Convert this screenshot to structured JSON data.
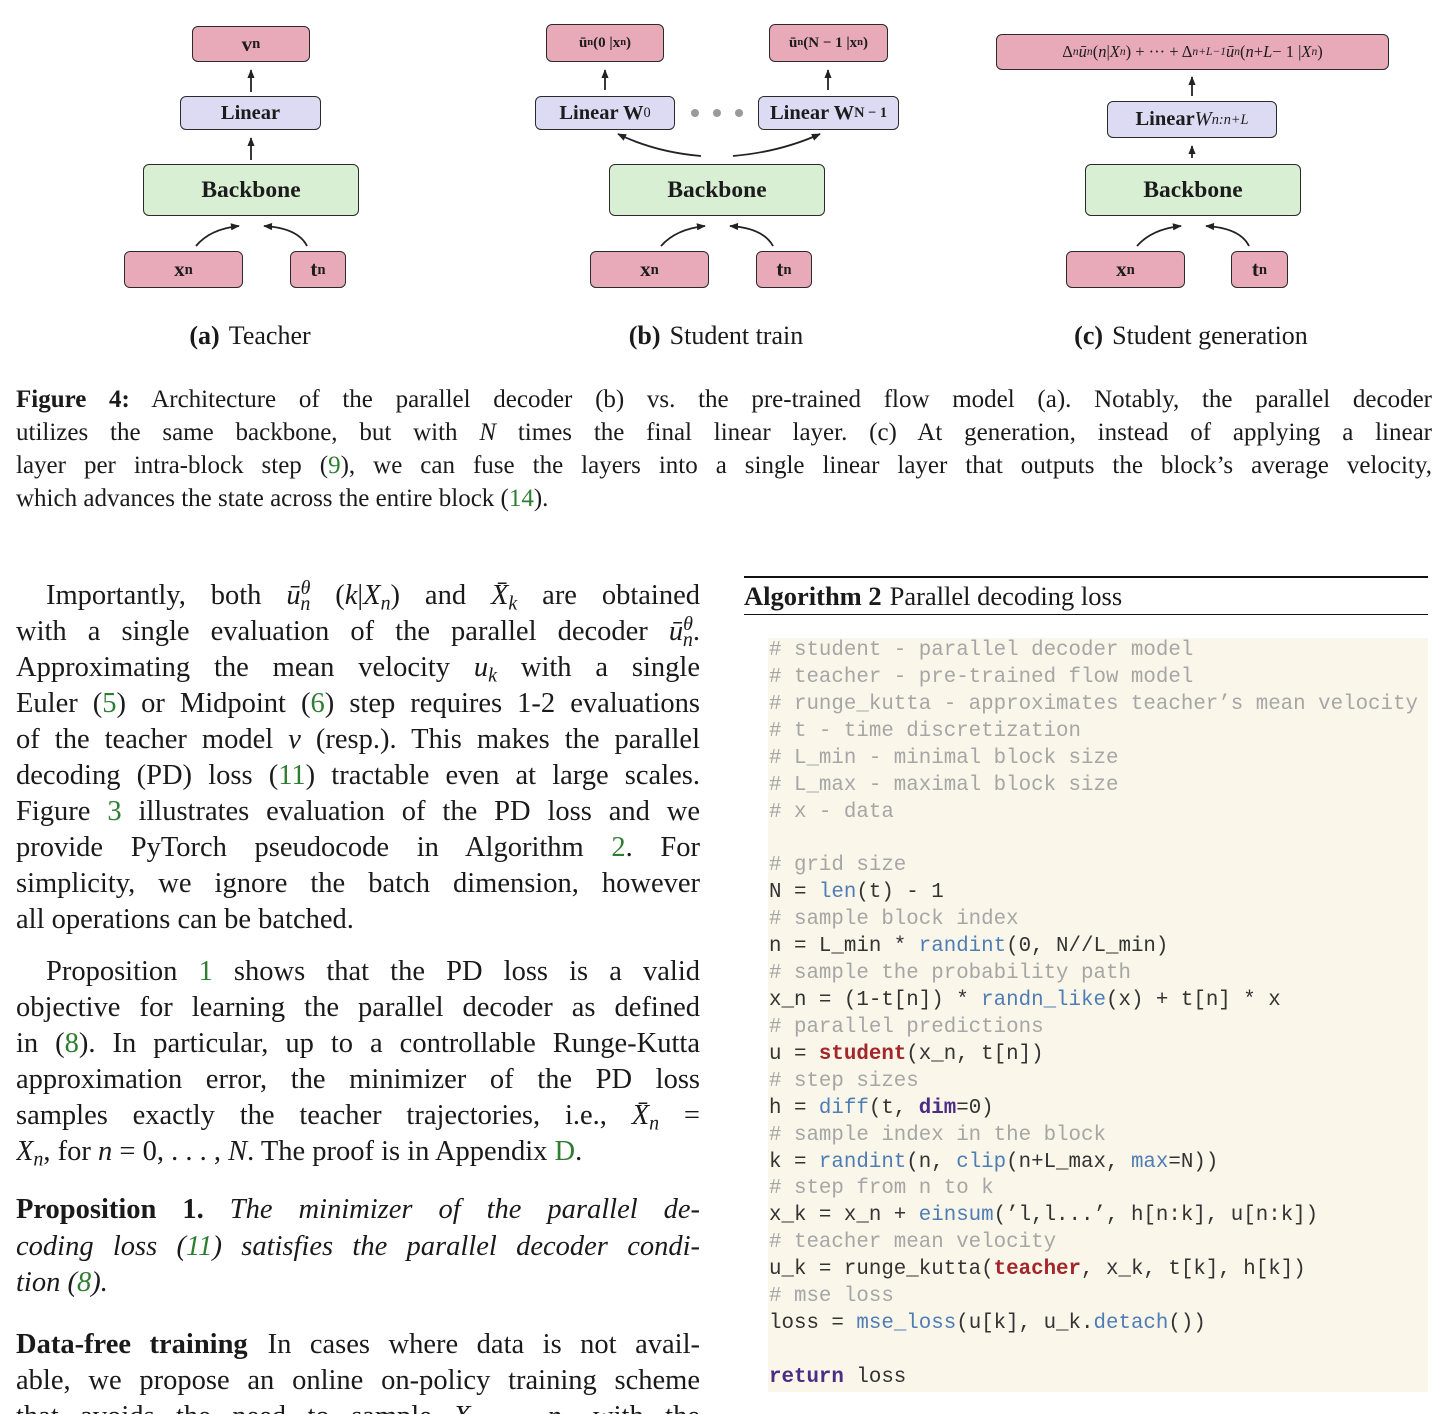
{
  "colors": {
    "text": "#1a1a1a",
    "link": "#2f7d32",
    "box-pink": "#e8aab9",
    "box-lavender": "#dddaf3",
    "box-green": "#d9efd3",
    "box-border": "#2a2a2a",
    "code-bg": "#fbf6ea",
    "code-text": "#333333",
    "code-comment": "#a6a6a6",
    "code-function": "#4e7db5",
    "code-keyword": "#4b2d86",
    "code-object": "#a3262a"
  },
  "figure": {
    "teacher": {
      "output": [
        {
          "t": "v",
          "s": "b"
        },
        {
          "t": "n",
          "s": "b sub"
        }
      ],
      "linear": [
        {
          "t": "Linear",
          "s": "b"
        }
      ],
      "backbone": "Backbone",
      "x_input": [
        {
          "t": "x",
          "s": "b"
        },
        {
          "t": "n",
          "s": "b sub"
        }
      ],
      "t_input": [
        {
          "t": "t",
          "s": "b"
        },
        {
          "t": "n",
          "s": "b sub"
        }
      ]
    },
    "student_train": {
      "output_first": [
        {
          "t": "ū",
          "s": "b"
        },
        {
          "t": "n",
          "s": "b sub"
        },
        {
          "t": "(0 | ",
          "s": "b"
        },
        {
          "t": "x",
          "s": "b"
        },
        {
          "t": "n",
          "s": "b sub"
        },
        {
          "t": ")",
          "s": "b"
        }
      ],
      "output_last": [
        {
          "t": "ū",
          "s": "b"
        },
        {
          "t": "n",
          "s": "b sub"
        },
        {
          "t": "(N − 1 | ",
          "s": "b"
        },
        {
          "t": "x",
          "s": "b"
        },
        {
          "t": "n",
          "s": "b sub"
        },
        {
          "t": ")",
          "s": "b"
        }
      ],
      "linear_first": [
        {
          "t": "Linear W",
          "s": "b"
        },
        {
          "t": "0",
          "s": "sub"
        }
      ],
      "linear_last": [
        {
          "t": "Linear W",
          "s": "b"
        },
        {
          "t": "N − 1",
          "s": "b sub"
        }
      ],
      "backbone": "Backbone",
      "x_input": [
        {
          "t": "x",
          "s": "b"
        },
        {
          "t": "n",
          "s": "b sub"
        }
      ],
      "t_input": [
        {
          "t": "t",
          "s": "b"
        },
        {
          "t": "n",
          "s": "b sub"
        }
      ]
    },
    "student_generation": {
      "output": [
        {
          "t": "Δ"
        },
        {
          "t": "n",
          "s": "i sub"
        },
        {
          "t": " "
        },
        {
          "t": "ū",
          "s": "i"
        },
        {
          "t": "n",
          "s": "i sub"
        },
        {
          "t": "("
        },
        {
          "t": "n",
          "s": "i"
        },
        {
          "t": " | "
        },
        {
          "t": "X",
          "s": "i"
        },
        {
          "t": "n",
          "s": "i sub"
        },
        {
          "t": ") + ··· + Δ"
        },
        {
          "t": "n+L−1",
          "s": "i sub"
        },
        {
          "t": " "
        },
        {
          "t": "ū",
          "s": "i"
        },
        {
          "t": "n",
          "s": "i sub"
        },
        {
          "t": "("
        },
        {
          "t": "n",
          "s": "i"
        },
        {
          "t": " + "
        },
        {
          "t": "L",
          "s": "i"
        },
        {
          "t": " − 1 | "
        },
        {
          "t": "X",
          "s": "i"
        },
        {
          "t": "n",
          "s": "i sub"
        },
        {
          "t": ")"
        }
      ],
      "linear": [
        {
          "t": "Linear",
          "s": "b"
        },
        {
          "t": " "
        },
        {
          "t": "W",
          "s": "i"
        },
        {
          "t": "n:n+L",
          "s": "i sub"
        }
      ],
      "backbone": "Backbone",
      "x_input": [
        {
          "t": "x",
          "s": "b"
        },
        {
          "t": "n",
          "s": "b sub"
        }
      ],
      "t_input": [
        {
          "t": "t",
          "s": "b"
        },
        {
          "t": "n",
          "s": "b sub"
        }
      ]
    },
    "subcaptions": [
      {
        "label": "(a)",
        "title": "Teacher"
      },
      {
        "label": "(b)",
        "title": "Student train"
      },
      {
        "label": "(c)",
        "title": "Student generation"
      }
    ],
    "caption": [
      [
        {
          "t": "Figure 4:",
          "s": "b"
        },
        {
          "t": " Architecture of the parallel decoder (b) vs. the pre-trained flow model (a). Notably, the parallel decoder"
        }
      ],
      [
        {
          "t": "utilizes the same backbone, but with "
        },
        {
          "t": "N",
          "s": "i"
        },
        {
          "t": " times the final linear layer. (c) At generation, instead of applying a linear"
        }
      ],
      [
        {
          "t": "layer per intra-block step ("
        },
        {
          "t": "9",
          "s": "link"
        },
        {
          "t": "), we can fuse the layers into a single linear layer that outputs the block’s average velocity,"
        }
      ],
      [
        {
          "t": "which advances the state across the entire block ("
        },
        {
          "t": "14",
          "s": "link"
        },
        {
          "t": ")."
        }
      ]
    ]
  },
  "body": {
    "paragraph_1": [
      [
        {
          "t": "Importantly, both "
        },
        {
          "t": "ū",
          "s": "i"
        },
        {
          "t": "θ",
          "s": "i sup"
        },
        {
          "t": "n",
          "s": "i sub tuck"
        },
        {
          "t": " ("
        },
        {
          "t": "k",
          "s": "i"
        },
        {
          "t": "|"
        },
        {
          "t": "X",
          "s": "i"
        },
        {
          "t": "n",
          "s": "i sub"
        },
        {
          "t": ") and "
        },
        {
          "t": "X̄",
          "s": "i"
        },
        {
          "t": "k",
          "s": "i sub"
        },
        {
          "t": " are obtained"
        }
      ],
      [
        {
          "t": "with a single evaluation of the parallel decoder "
        },
        {
          "t": "ū",
          "s": "i"
        },
        {
          "t": "θ",
          "s": "i sup"
        },
        {
          "t": "n",
          "s": "i sub tuck"
        },
        {
          "t": "."
        }
      ],
      [
        {
          "t": "Approximating the mean velocity "
        },
        {
          "t": "u",
          "s": "i"
        },
        {
          "t": "k",
          "s": "i sub"
        },
        {
          "t": " with a single"
        }
      ],
      [
        {
          "t": "Euler ("
        },
        {
          "t": "5",
          "s": "link"
        },
        {
          "t": ") or Midpoint ("
        },
        {
          "t": "6",
          "s": "link"
        },
        {
          "t": ") step requires 1-2 evaluations"
        }
      ],
      [
        {
          "t": "of the teacher model "
        },
        {
          "t": "v",
          "s": "i"
        },
        {
          "t": " (resp.). This makes the parallel"
        }
      ],
      [
        {
          "t": "decoding (PD) loss ("
        },
        {
          "t": "11",
          "s": "link"
        },
        {
          "t": ") tractable even at large scales."
        }
      ],
      [
        {
          "t": "Figure "
        },
        {
          "t": "3",
          "s": "link"
        },
        {
          "t": " illustrates evaluation of the PD loss and we"
        }
      ],
      [
        {
          "t": "provide PyTorch pseudocode in Algorithm "
        },
        {
          "t": "2",
          "s": "link"
        },
        {
          "t": ". For"
        }
      ],
      [
        {
          "t": "simplicity, we ignore the batch dimension, however"
        }
      ],
      [
        {
          "t": "all operations can be batched."
        }
      ]
    ],
    "paragraph_2": [
      [
        {
          "t": "Proposition "
        },
        {
          "t": "1",
          "s": "link"
        },
        {
          "t": " shows that the PD loss is a valid"
        }
      ],
      [
        {
          "t": "objective for learning the parallel decoder as defined"
        }
      ],
      [
        {
          "t": "in ("
        },
        {
          "t": "8",
          "s": "link"
        },
        {
          "t": "). In particular, up to a controllable Runge-Kutta"
        }
      ],
      [
        {
          "t": "approximation error, the minimizer of the PD loss"
        }
      ],
      [
        {
          "t": "samples exactly the teacher trajectories, i.e., "
        },
        {
          "t": "X̄",
          "s": "i"
        },
        {
          "t": "n",
          "s": "i sub"
        },
        {
          "t": " ="
        }
      ],
      [
        {
          "t": "X",
          "s": "i"
        },
        {
          "t": "n",
          "s": "i sub"
        },
        {
          "t": ", for "
        },
        {
          "t": "n",
          "s": "i"
        },
        {
          "t": " = 0, . . . , "
        },
        {
          "t": "N",
          "s": "i"
        },
        {
          "t": ". The proof is in Appendix "
        },
        {
          "t": "D",
          "s": "link"
        },
        {
          "t": "."
        }
      ]
    ],
    "proposition": [
      [
        {
          "t": "Proposition 1.",
          "s": "b"
        },
        {
          "t": " "
        },
        {
          "t": "The minimizer of the parallel de-",
          "s": "i"
        }
      ],
      [
        {
          "t": "coding loss (",
          "s": "i"
        },
        {
          "t": "11",
          "s": "i link"
        },
        {
          "t": ") satisfies the parallel decoder condi-",
          "s": "i"
        }
      ],
      [
        {
          "t": "tion (",
          "s": "i"
        },
        {
          "t": "8",
          "s": "i link"
        },
        {
          "t": ").",
          "s": "i"
        }
      ]
    ],
    "data_free": [
      [
        {
          "t": "Data-free training",
          "s": "b gapr"
        },
        {
          "t": "In cases where data is not avail-"
        }
      ],
      [
        {
          "t": "able, we propose an online on-policy training scheme"
        }
      ],
      [
        {
          "t": "that avoids the need to sample "
        },
        {
          "t": "X",
          "s": "i"
        },
        {
          "t": "n",
          "s": "i sub"
        },
        {
          "t": " ∼ "
        },
        {
          "t": "p",
          "s": "i"
        },
        {
          "t": "n",
          "s": "i sub"
        },
        {
          "t": " with the"
        }
      ]
    ]
  },
  "algorithm": {
    "label": "Algorithm 2",
    "title": "Parallel decoding loss",
    "code": [
      [
        {
          "t": "# student - parallel decoder model",
          "s": "c"
        }
      ],
      [
        {
          "t": "# teacher - pre-trained flow model",
          "s": "c"
        }
      ],
      [
        {
          "t": "# runge_kutta - approximates teacher’s mean velocity",
          "s": "c"
        }
      ],
      [
        {
          "t": "# t - time discretization",
          "s": "c"
        }
      ],
      [
        {
          "t": "# L_min - minimal block size",
          "s": "c"
        }
      ],
      [
        {
          "t": "# L_max - maximal block size",
          "s": "c"
        }
      ],
      [
        {
          "t": "# x - data",
          "s": "c"
        }
      ],
      [],
      [
        {
          "t": "# grid size",
          "s": "c"
        }
      ],
      [
        {
          "t": "N = "
        },
        {
          "t": "len",
          "s": "fn"
        },
        {
          "t": "(t) - 1"
        }
      ],
      [
        {
          "t": "# sample block index",
          "s": "c"
        }
      ],
      [
        {
          "t": "n = L_min * "
        },
        {
          "t": "randint",
          "s": "fn"
        },
        {
          "t": "(0, N//L_min)"
        }
      ],
      [
        {
          "t": "# sample the probability path",
          "s": "c"
        }
      ],
      [
        {
          "t": "x_n = (1-t[n]) * "
        },
        {
          "t": "randn_like",
          "s": "fn"
        },
        {
          "t": "(x) + t[n] * x"
        }
      ],
      [
        {
          "t": "# parallel predictions",
          "s": "c"
        }
      ],
      [
        {
          "t": "u = "
        },
        {
          "t": "student",
          "s": "obj"
        },
        {
          "t": "(x_n, t[n])"
        }
      ],
      [
        {
          "t": "# step sizes",
          "s": "c"
        }
      ],
      [
        {
          "t": "h = "
        },
        {
          "t": "diff",
          "s": "fn"
        },
        {
          "t": "(t, "
        },
        {
          "t": "dim",
          "s": "kw"
        },
        {
          "t": "=0)"
        }
      ],
      [
        {
          "t": "# sample index in the block",
          "s": "c"
        }
      ],
      [
        {
          "t": "k = "
        },
        {
          "t": "randint",
          "s": "fn"
        },
        {
          "t": "(n, "
        },
        {
          "t": "clip",
          "s": "fn"
        },
        {
          "t": "(n+L_max, "
        },
        {
          "t": "max",
          "s": "fn"
        },
        {
          "t": "=N))"
        }
      ],
      [
        {
          "t": "# step from n to k",
          "s": "c"
        }
      ],
      [
        {
          "t": "x_k = x_n + "
        },
        {
          "t": "einsum",
          "s": "fn"
        },
        {
          "t": "(’l,l...’, h[n:k], u[n:k])"
        }
      ],
      [
        {
          "t": "# teacher mean velocity",
          "s": "c"
        }
      ],
      [
        {
          "t": "u_k = runge_kutta("
        },
        {
          "t": "teacher",
          "s": "obj"
        },
        {
          "t": ", x_k, t[k], h[k])"
        }
      ],
      [
        {
          "t": "# mse loss",
          "s": "c"
        }
      ],
      [
        {
          "t": "loss = "
        },
        {
          "t": "mse_loss",
          "s": "fn"
        },
        {
          "t": "(u[k], u_k."
        },
        {
          "t": "detach",
          "s": "fn"
        },
        {
          "t": "())"
        }
      ],
      [],
      [
        {
          "t": "return",
          "s": "kw"
        },
        {
          "t": " loss"
        }
      ]
    ]
  }
}
